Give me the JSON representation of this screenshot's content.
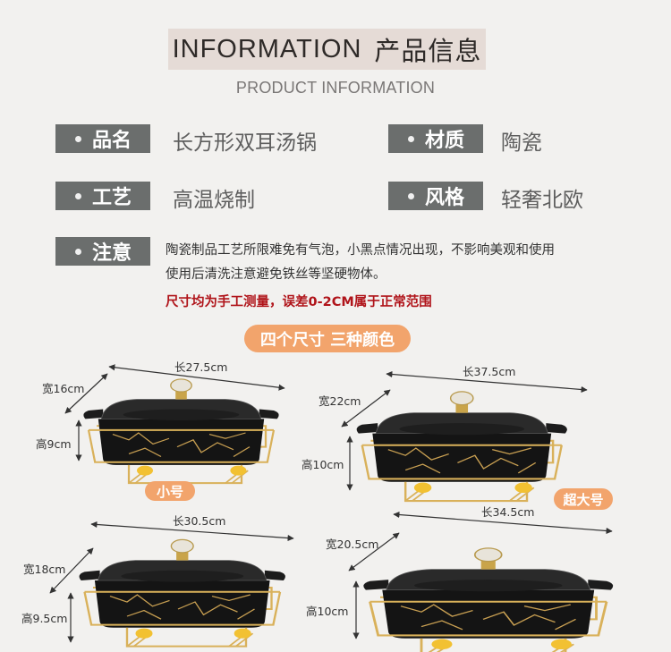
{
  "header": {
    "title_en": "INFORMATION",
    "title_cn": "产品信息",
    "subtitle": "PRODUCT INFORMATION"
  },
  "specs": [
    {
      "label": "品名",
      "value": "长方形双耳汤锅"
    },
    {
      "label": "材质",
      "value": "陶瓷"
    },
    {
      "label": "工艺",
      "value": "高温烧制"
    },
    {
      "label": "风格",
      "value": "轻奢北欧"
    }
  ],
  "notice": {
    "label": "注意",
    "line1": "陶瓷制品工艺所限难免有气泡，小黑点情况出现，不影响美观和使用",
    "line2": "使用后清洗注意避免铁丝等坚硬物体。",
    "warning": "尺寸均为手工测量，误差0-2CM属于正常范围"
  },
  "banner": "四个尺寸  三种颜色",
  "colors": {
    "tag_bg": "#6b6e6d",
    "header_bg": "#e5dbd6",
    "pill_bg": "#f2a46c",
    "warning_text": "#b0141a",
    "page_bg": "#f2f1ef"
  },
  "sizes": [
    {
      "name": "小号",
      "length": "长27.5cm",
      "width": "宽16cm",
      "height": "高9cm"
    },
    {
      "name": "超大号",
      "length": "长37.5cm",
      "width": "宽22cm",
      "height": "高10cm"
    },
    {
      "name": "",
      "length": "长30.5cm",
      "width": "宽18cm",
      "height": "高9.5cm"
    },
    {
      "name": "",
      "length": "长34.5cm",
      "width": "宽20.5cm",
      "height": "高10cm"
    }
  ]
}
